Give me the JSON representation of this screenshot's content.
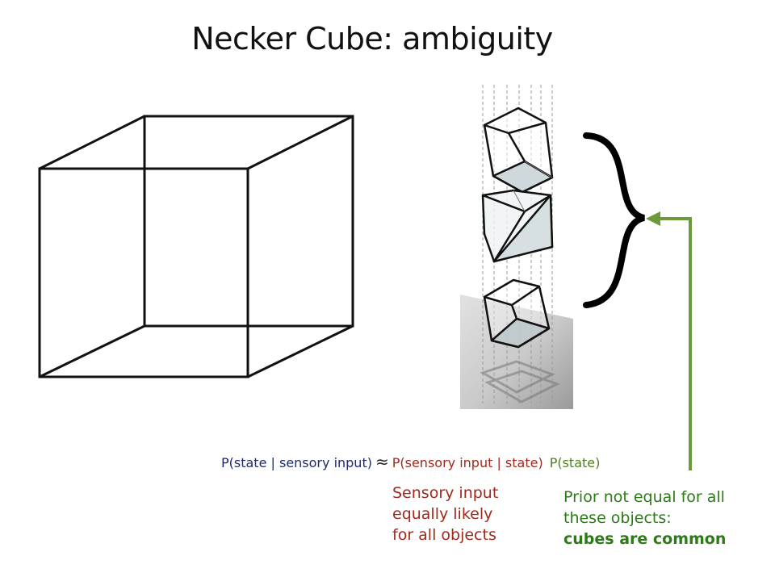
{
  "slide": {
    "title": "Necker Cube: ambiguity",
    "formula": {
      "posterior": "P(state | sensory input)",
      "approx_symbol": "≈",
      "likelihood": "P(sensory input | state)",
      "prior": "P(state)"
    },
    "likelihood_note": {
      "line1": "Sensory input",
      "line2": "equally likely",
      "line3": "for all objects"
    },
    "prior_note": {
      "line1": "Prior not equal for all",
      "line2": "these objects:",
      "emphasis": "cubes are common"
    }
  },
  "colors": {
    "posterior": "#1f2a6b",
    "likelihood": "#a0291c",
    "prior": "#4f7f1c",
    "arrow": "#6a9a3a"
  },
  "icons": [
    "necker-cube-icon",
    "cube-shape-icon",
    "wedge-shape-icon",
    "shadow-cube-icon",
    "curly-brace-icon",
    "arrow-icon"
  ]
}
